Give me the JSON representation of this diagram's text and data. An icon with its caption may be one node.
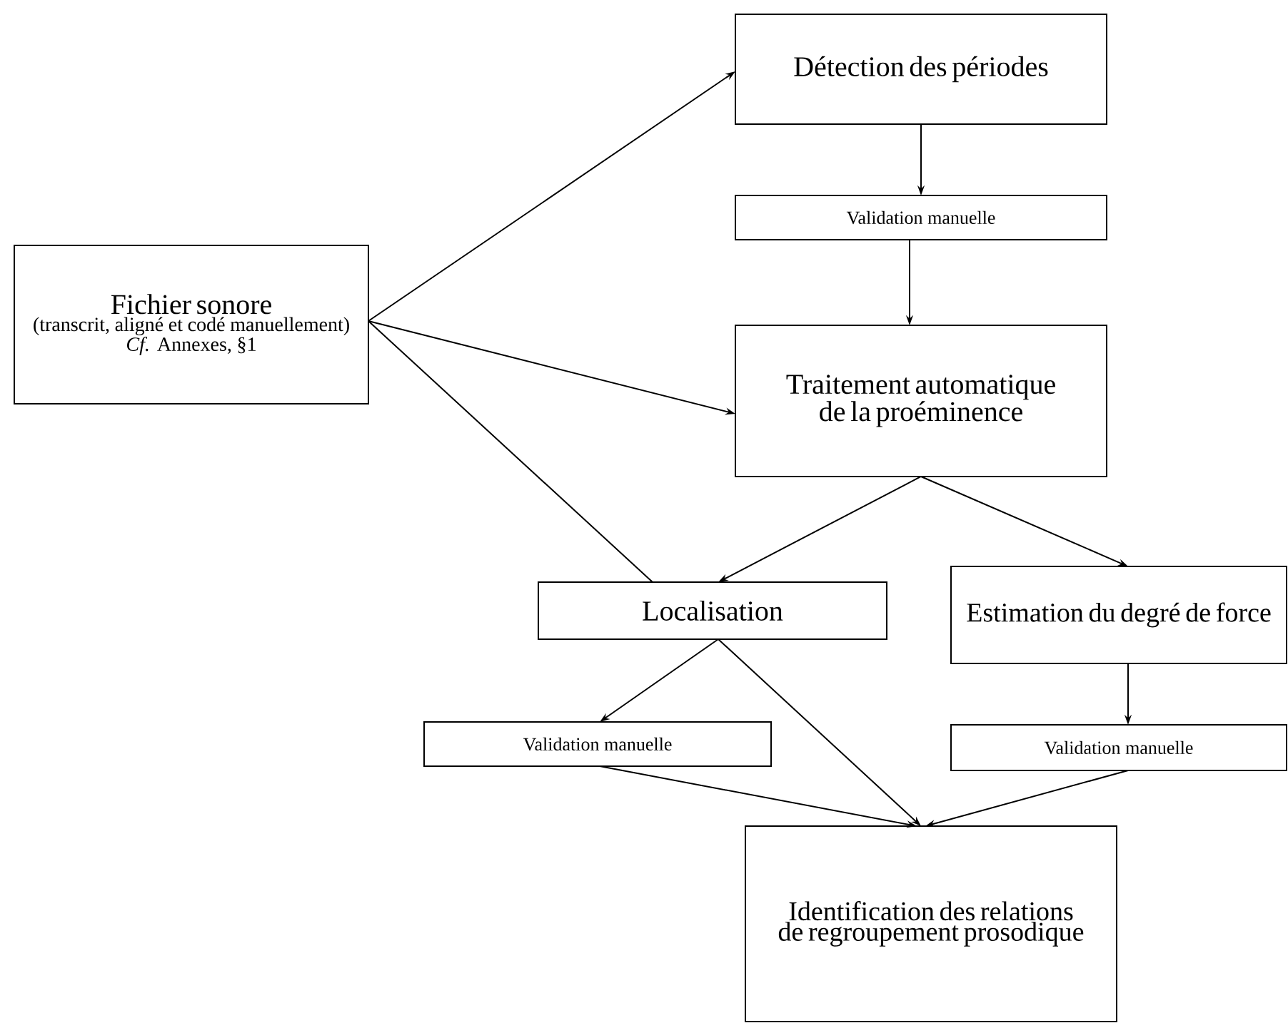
{
  "diagram": {
    "nodes": [
      {
        "text": [
          "Détection des périodes"
        ]
      },
      {
        "text": [
          "Validation manuelle"
        ]
      },
      {
        "text": [
          "Fichier sonore",
          "(transcrit, aligné et codé manuellement)",
          "*Cf.* Annexes, §1"
        ]
      },
      {
        "text": [
          "Traitement automatique de la proéminence"
        ]
      },
      {
        "text": [
          "Localisation"
        ]
      },
      {
        "text": [
          "Estimation du degré de force"
        ]
      },
      {
        "text": [
          "Validation manuelle"
        ]
      },
      {
        "text": [
          "Validation manuelle"
        ]
      },
      {
        "text": [
          "Identification des relations de regroupement prosodique"
        ]
      }
    ],
    "edges": [
      {
        "from": 2,
        "to": 0,
        "arrow": "to"
      },
      {
        "from": 0,
        "to": 1,
        "arrow": "to"
      },
      {
        "from": 1,
        "to": 3,
        "arrow": "to"
      },
      {
        "from": 2,
        "to": 3,
        "arrow": "to"
      },
      {
        "from": 2,
        "to": 4,
        "arrow": "none"
      },
      {
        "from": 3,
        "to": 4,
        "arrow": "to"
      },
      {
        "from": 3,
        "to": 5,
        "arrow": "to"
      },
      {
        "from": 4,
        "to": 6,
        "arrow": "to"
      },
      {
        "from": 4,
        "to": 8,
        "arrow": "to"
      },
      {
        "from": 5,
        "to": 7,
        "arrow": "to"
      },
      {
        "from": 6,
        "to": 8,
        "arrow": "to"
      },
      {
        "from": 7,
        "to": 8,
        "arrow": "to"
      }
    ]
  }
}
